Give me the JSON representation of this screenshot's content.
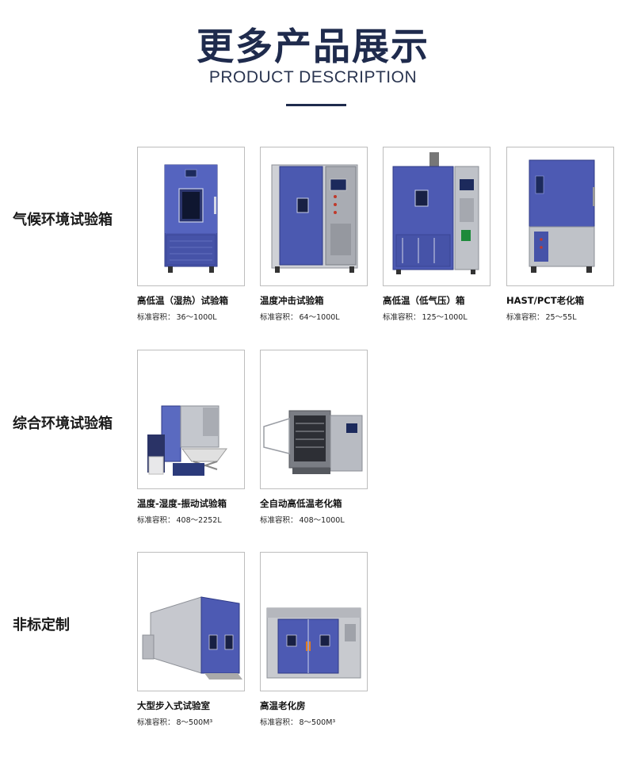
{
  "header": {
    "title": "更多产品展示",
    "subtitle": "PRODUCT DESCRIPTION"
  },
  "colors": {
    "navy": "#1f2b4d",
    "chamber_blue": "#4d5db5",
    "frame_gray": "#bdbdbd"
  },
  "cap_prefix": "标准容积：",
  "categories": [
    {
      "label": "气候环境试验箱",
      "products": [
        {
          "name": "高低温（湿热）试验箱",
          "capacity": "36～1000L"
        },
        {
          "name": "温度冲击试验箱",
          "capacity": "64～1000L"
        },
        {
          "name": "高低温（低气压）箱",
          "capacity": "125～1000L"
        },
        {
          "name": "HAST/PCT老化箱",
          "capacity": "25～55L"
        }
      ]
    },
    {
      "label": "综合环境试验箱",
      "products": [
        {
          "name": "温度-湿度-振动试验箱",
          "capacity": "408～2252L"
        },
        {
          "name": "全自动高低温老化箱",
          "capacity": "408～1000L"
        }
      ]
    },
    {
      "label": "非标定制",
      "products": [
        {
          "name": "大型步入式试验室",
          "capacity": "8～500M³"
        },
        {
          "name": "高温老化房",
          "capacity": "8～500M³"
        }
      ]
    }
  ]
}
